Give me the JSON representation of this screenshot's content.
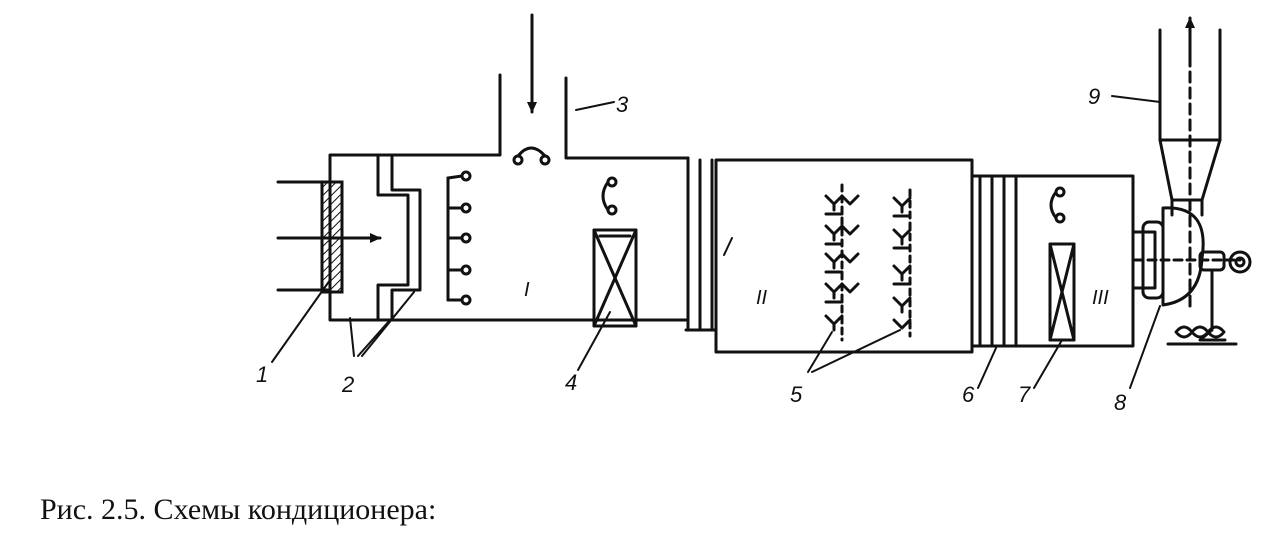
{
  "diagram": {
    "labels": [
      "1",
      "2",
      "3",
      "4",
      "5",
      "6",
      "7",
      "8",
      "9"
    ],
    "sections": [
      "I",
      "II",
      "III"
    ]
  },
  "caption": "Рис. 2.5. Схемы кондиционера:",
  "colors": {
    "ink": "#111111",
    "background": "#ffffff"
  }
}
